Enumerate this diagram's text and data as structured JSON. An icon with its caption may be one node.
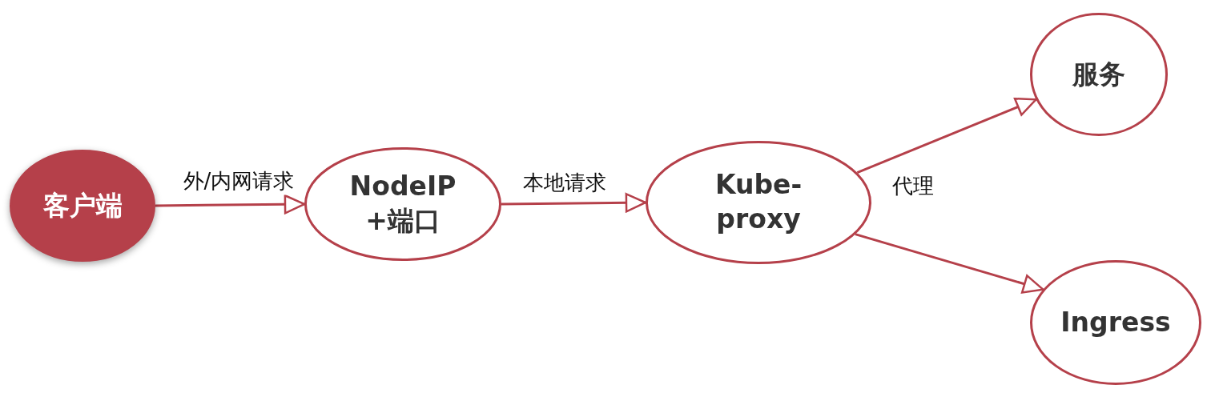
{
  "diagram": {
    "nodes": [
      {
        "text": [
          "客户端"
        ]
      },
      {
        "text": [
          "NodeIP +端口"
        ]
      },
      {
        "text": [
          "Kube- proxy"
        ]
      },
      {
        "text": [
          "服务"
        ]
      },
      {
        "text": [
          "Ingress"
        ]
      }
    ],
    "edges": [
      {
        "from": 0,
        "to": 1,
        "arrow": "to",
        "label": "外/内网请求"
      },
      {
        "from": 1,
        "to": 2,
        "arrow": "to",
        "label": "本地请求"
      },
      {
        "from": 2,
        "to": 3,
        "arrow": "to",
        "label": "代理"
      },
      {
        "from": 2,
        "to": 4,
        "arrow": "to"
      }
    ]
  }
}
